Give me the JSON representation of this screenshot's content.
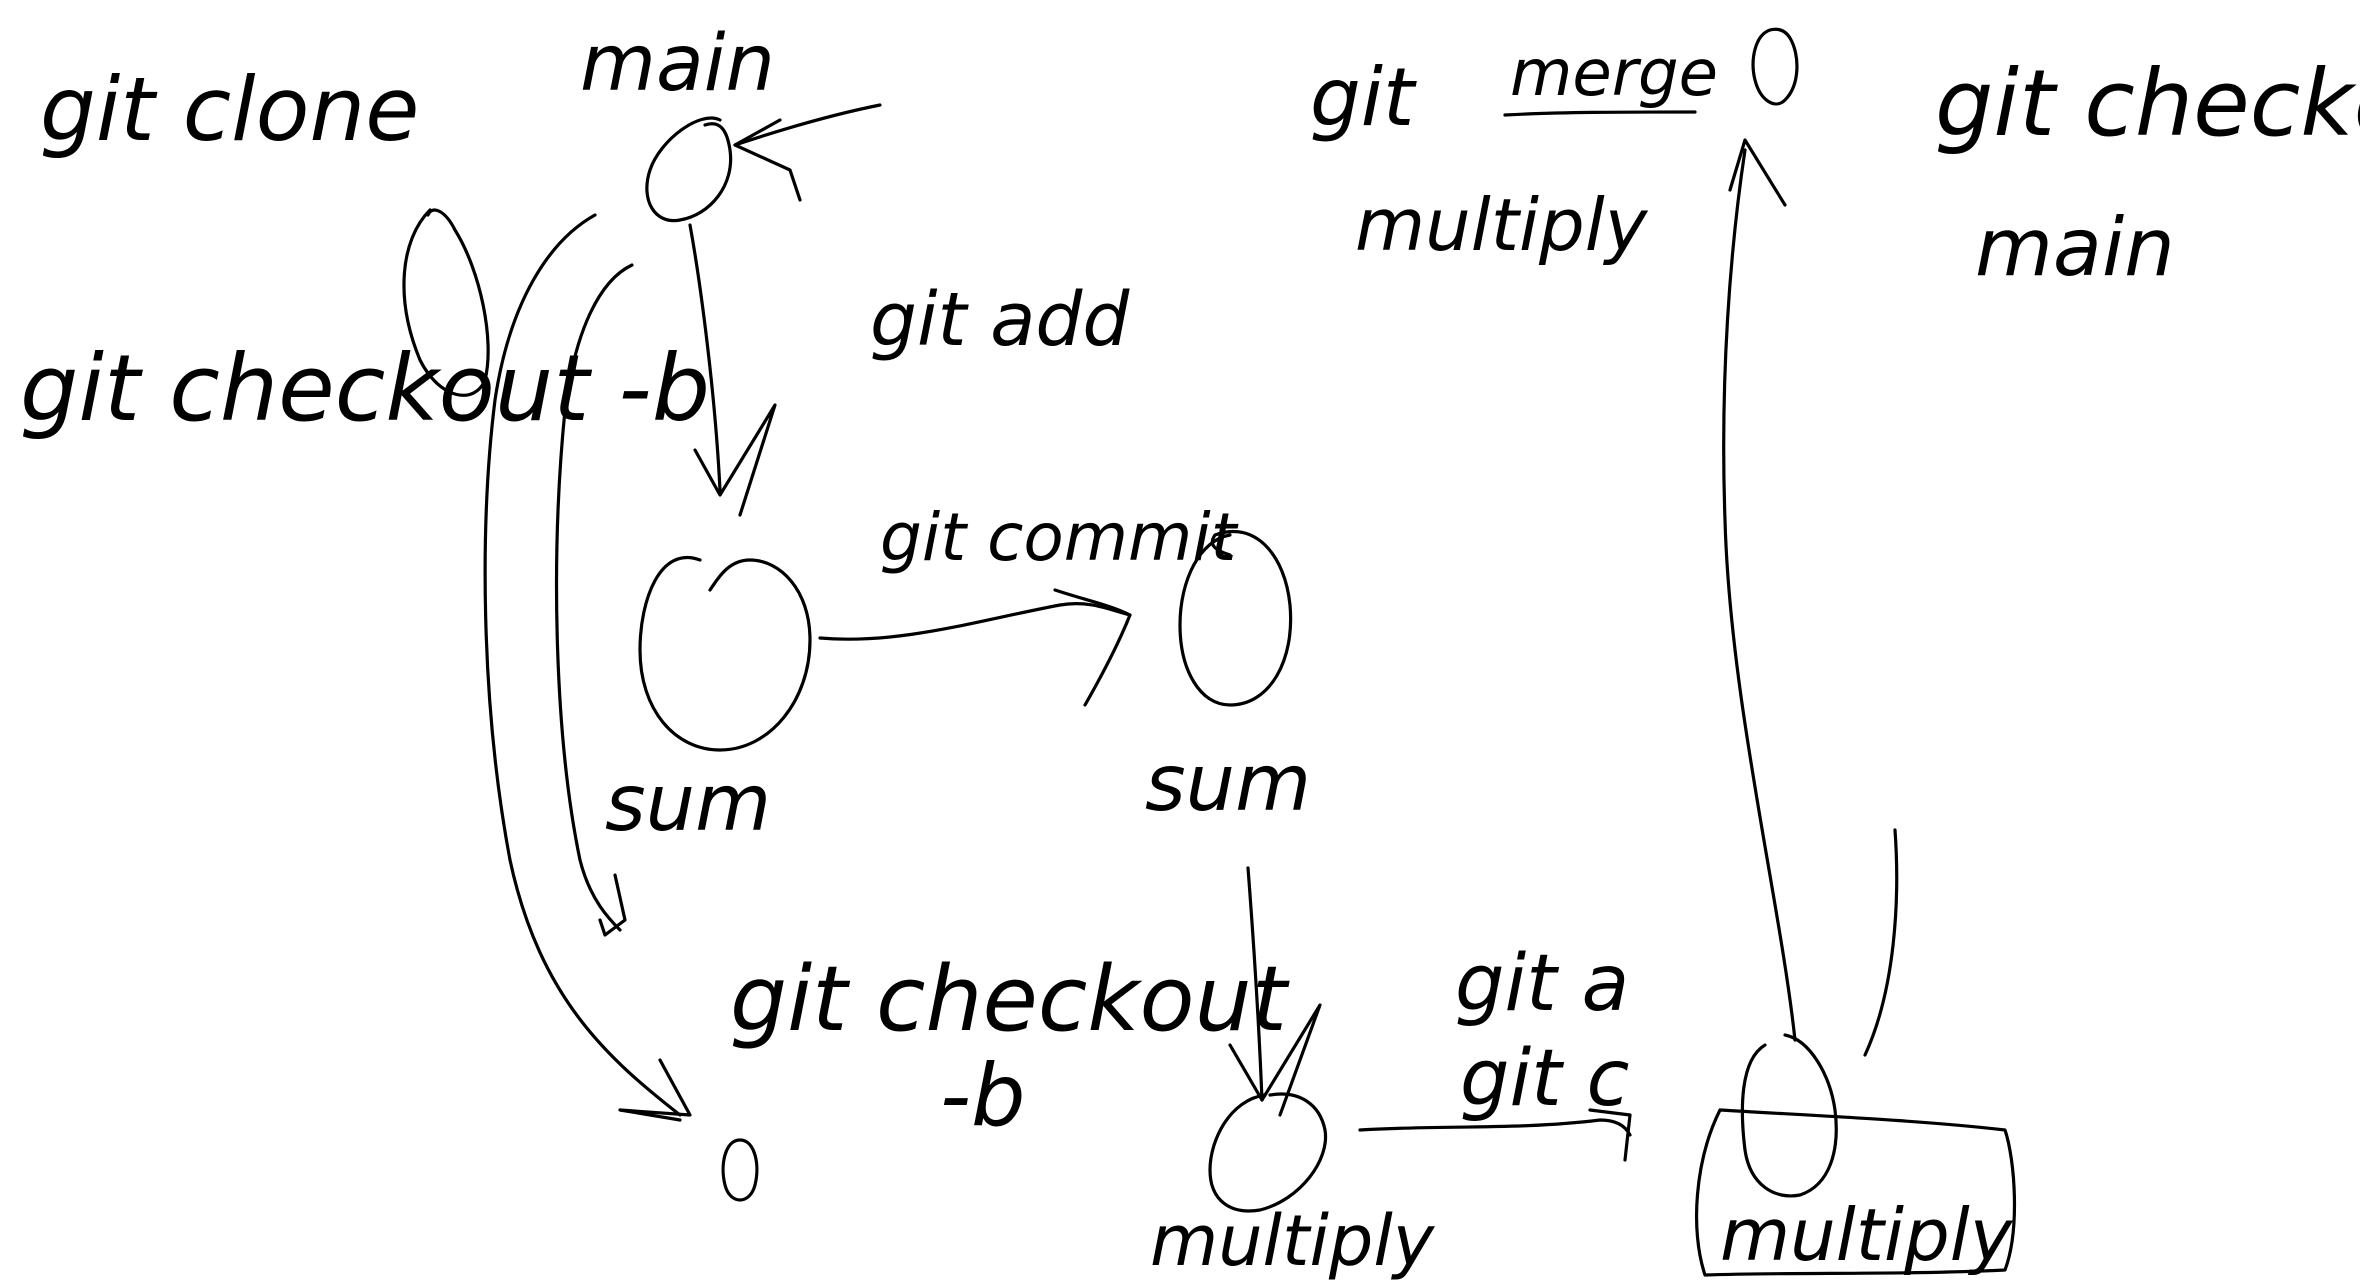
{
  "labels": {
    "git_clone": "git clone",
    "git_checkout_b_top": "git checkout -b",
    "main_top": "main",
    "git_add": "git add",
    "git_commit": "git commit",
    "sum_left": "sum",
    "sum_right": "sum",
    "git_checkout_b_mid": "git checkout",
    "dash_b_mid": "-b",
    "git_a": "git a",
    "git_c": "git c",
    "multiply_mid": "multiply",
    "multiply_boxed": "multiply",
    "git_merge_multiply_git": "git",
    "git_merge_multiply_merge": "merge",
    "git_merge_multiply_name": "multiply",
    "git_checkout_main_cmd": "git checkout",
    "git_checkout_main_branch": "main"
  },
  "colors": {
    "ink": "#000000",
    "background": "#ffffff"
  }
}
